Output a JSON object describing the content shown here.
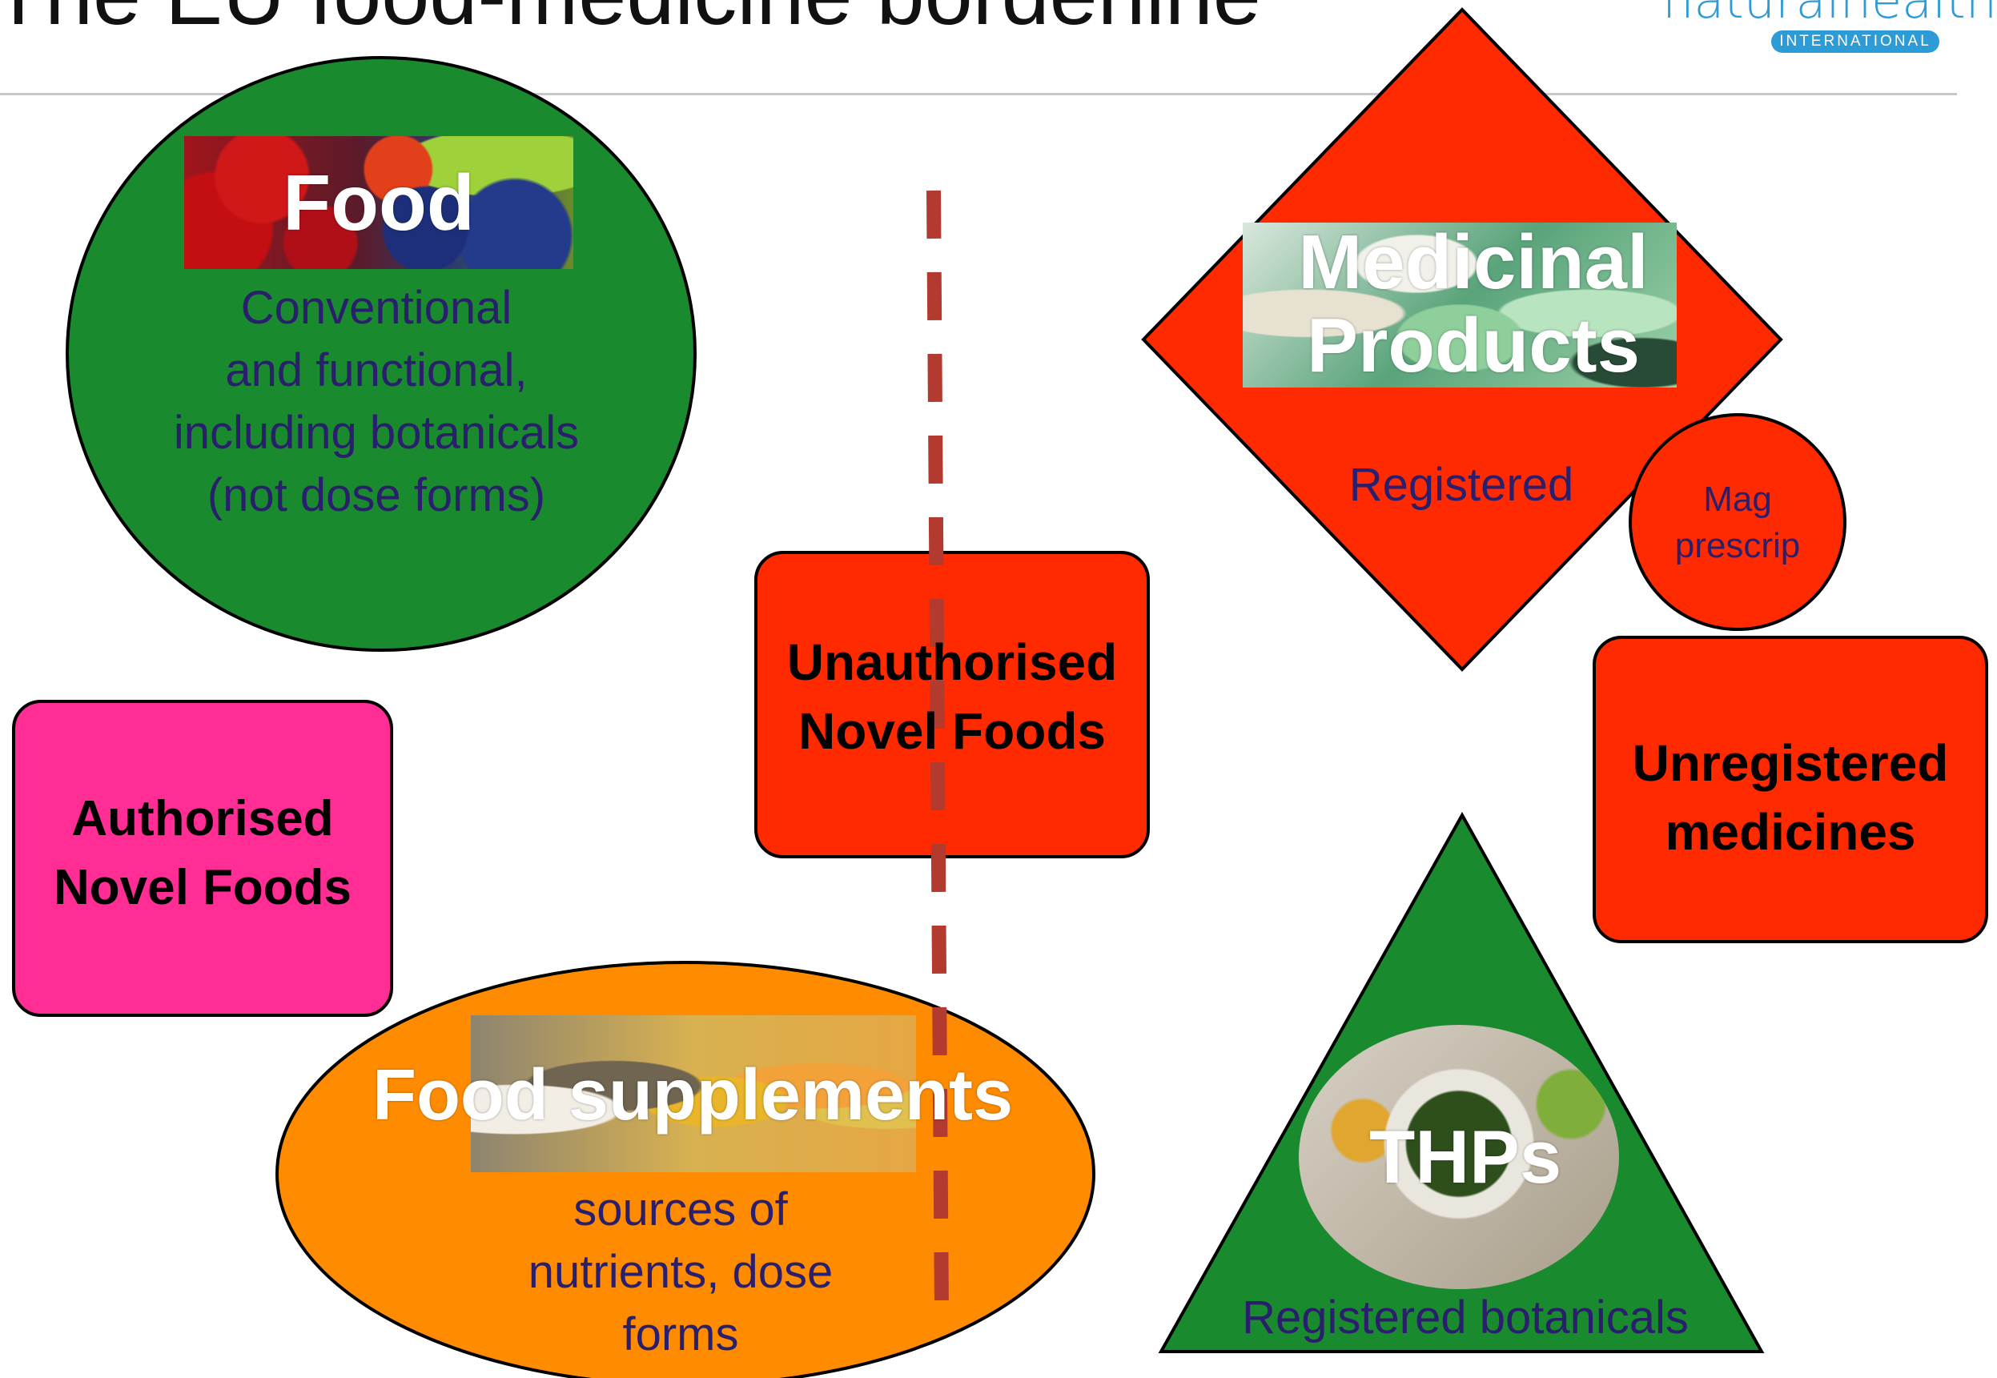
{
  "title": "The EU food-medicine borderline",
  "logo": {
    "brand": "naturalhealth",
    "tagline": "INTERNATIONAL"
  },
  "colors": {
    "food_circle": "#1a8a2e",
    "medicinal_diamond": "#ff2a00",
    "mag_prescrip_circle": "#ff2a00",
    "unauthorised_box": "#ff2a00",
    "unregistered_box": "#ff2a00",
    "authorised_box": "#ff2d94",
    "supplements_ellipse": "#ff8c00",
    "thps_triangle": "#1a8a2e",
    "dashed_line": "#b23a2e",
    "body_text": "#2a1f6d"
  },
  "nodes": {
    "food": {
      "label": "Food",
      "description": [
        "Conventional",
        "and functional,",
        "including botanicals",
        "(not dose forms)"
      ]
    },
    "medicinal": {
      "label_line1": "Medicinal",
      "label_line2": "Products",
      "description": "Registered"
    },
    "mag_prescrip": {
      "line1": "Mag",
      "line2": "prescrip"
    },
    "unauthorised_novel_foods": {
      "line1": "Unauthorised",
      "line2": "Novel Foods"
    },
    "authorised_novel_foods": {
      "line1": "Authorised",
      "line2": "Novel Foods"
    },
    "unregistered_medicines": {
      "line1": "Unregistered",
      "line2": "medicines"
    },
    "food_supplements": {
      "label": "Food supplements",
      "description": [
        "sources of",
        "nutrients, dose",
        "forms"
      ]
    },
    "thps": {
      "label": "THPs",
      "description": "Registered botanicals"
    }
  }
}
